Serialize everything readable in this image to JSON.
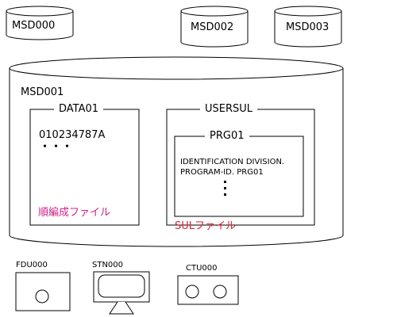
{
  "volumes": {
    "msd000": "MSD000",
    "msd002": "MSD002",
    "msd003": "MSD003",
    "msd001": "MSD001"
  },
  "data_file": {
    "name": "DATA01",
    "record": "010234787A",
    "ellipsis": "・・・",
    "type_label": "順編成ファイル"
  },
  "sul": {
    "name": "USERSUL",
    "member": "PRG01",
    "code_lines": [
      "IDENTIFICATION DIVISION.",
      "PROGRAM-ID. PRG01"
    ],
    "type_label": "SULファイル"
  },
  "devices": {
    "fdu": "FDU000",
    "stn": "STN000",
    "ctu": "CTU000"
  },
  "colors": {
    "line": "#000000",
    "data_type_label": "#cc2288",
    "sul_type_label": "#dd2233"
  }
}
